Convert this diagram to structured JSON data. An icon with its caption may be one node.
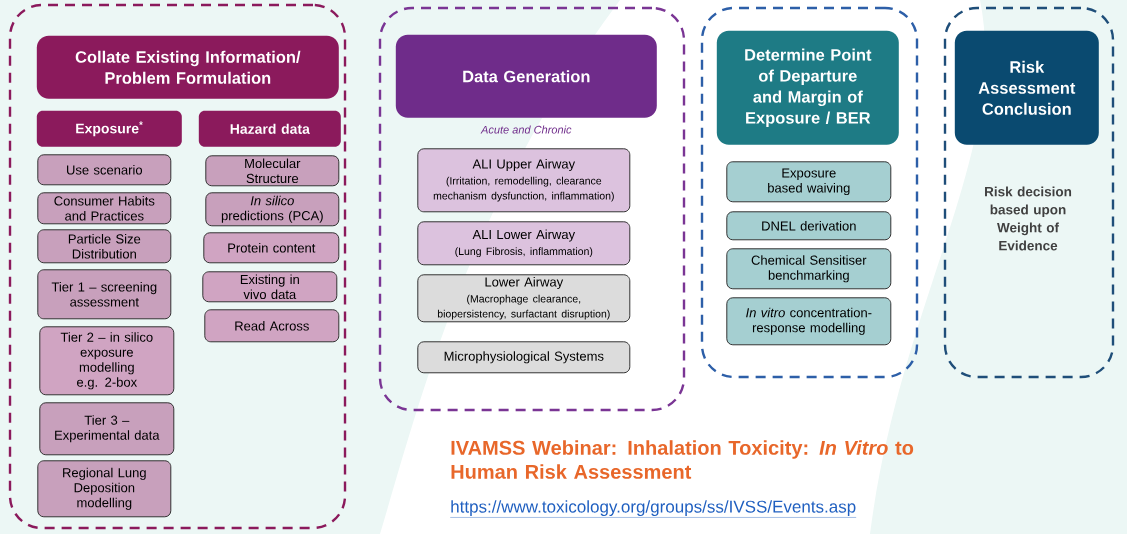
{
  "diagram": {
    "nodes": [
      {
        "text": [],
        "shape": "box"
      },
      {
        "text": [
          "Collate Existing Information/ Problem Formulation"
        ],
        "in": 0
      },
      {
        "text": [
          "Exposure$^{*}$"
        ],
        "in": 0
      },
      {
        "text": [
          "Hazard data"
        ],
        "in": 0
      },
      {
        "text": [
          "Use scenario"
        ],
        "in": 0
      },
      {
        "text": [
          "Consumer Habits and Practices"
        ],
        "in": 0
      },
      {
        "text": [
          "Particle Size Distribution"
        ],
        "in": 0
      },
      {
        "text": [
          "Tier 1 – screening assessment"
        ],
        "in": 0
      },
      {
        "text": [
          "Tier 2 – in silico exposure modelling e.g. 2-box"
        ],
        "in": 0
      },
      {
        "text": [
          "Tier 3 – Experimental data"
        ],
        "in": 0
      },
      {
        "text": [
          "Regional Lung Deposition modelling"
        ],
        "in": 0
      },
      {
        "text": [
          "Molecular Structure"
        ],
        "in": 0
      },
      {
        "text": [
          "*In silico* predictions (PCA)"
        ],
        "in": 0
      },
      {
        "text": [
          "Protein content"
        ],
        "in": 0
      },
      {
        "text": [
          "Existing in vivo data"
        ],
        "in": 0
      },
      {
        "text": [
          "Read Across"
        ],
        "in": 0
      },
      {
        "text": [],
        "shape": "box"
      },
      {
        "text": [
          "Data Generation"
        ],
        "in": 16,
        "beside": [
          "Acute and Chronic"
        ]
      },
      {
        "text": [
          "ALI Upper Airway",
          "(Irritation, remodelling, clearance mechanism dysfunction, inflammation)"
        ],
        "in": 16
      },
      {
        "text": [
          "ALI Lower Airway",
          "(Lung Fibrosis, inflammation)"
        ],
        "in": 16
      },
      {
        "text": [
          "Lower Airway",
          "(Macrophage clearance, biopersistency, surfactant disruption)"
        ],
        "in": 16
      },
      {
        "text": [
          "Microphysiological Systems"
        ],
        "in": 16
      },
      {
        "text": [],
        "shape": "box"
      },
      {
        "text": [
          "Determine Point of Departure and Margin of Exposure / BER"
        ],
        "in": 22
      },
      {
        "text": [
          "Exposure based waiving"
        ],
        "in": 22
      },
      {
        "text": [
          "DNEL derivation"
        ],
        "in": 22
      },
      {
        "text": [
          "Chemical Sensitiser benchmarking"
        ],
        "in": 22
      },
      {
        "text": [
          "*In vitro* concentration-response modelling"
        ],
        "in": 22
      },
      {
        "text": [],
        "shape": "box"
      },
      {
        "text": [
          "Risk Assessment Conclusion"
        ],
        "in": 28
      }
    ],
    "labels": [
      "Risk decision based upon Weight of Evidence",
      "IVAMSS Webinar: Inhalation Toxicity: *In Vitro* to Human Risk Assessment",
      "https://www.toxicology.org/groups/ss/IVSS/Events.asp"
    ]
  }
}
